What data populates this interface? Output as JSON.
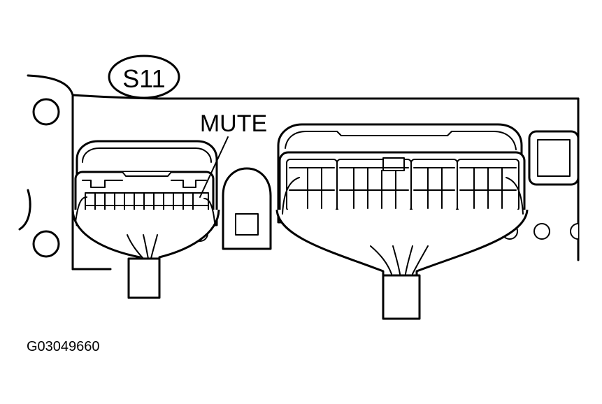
{
  "callout": {
    "label": "S11"
  },
  "pointer_label": "MUTE",
  "figure_id": "G03049660"
}
